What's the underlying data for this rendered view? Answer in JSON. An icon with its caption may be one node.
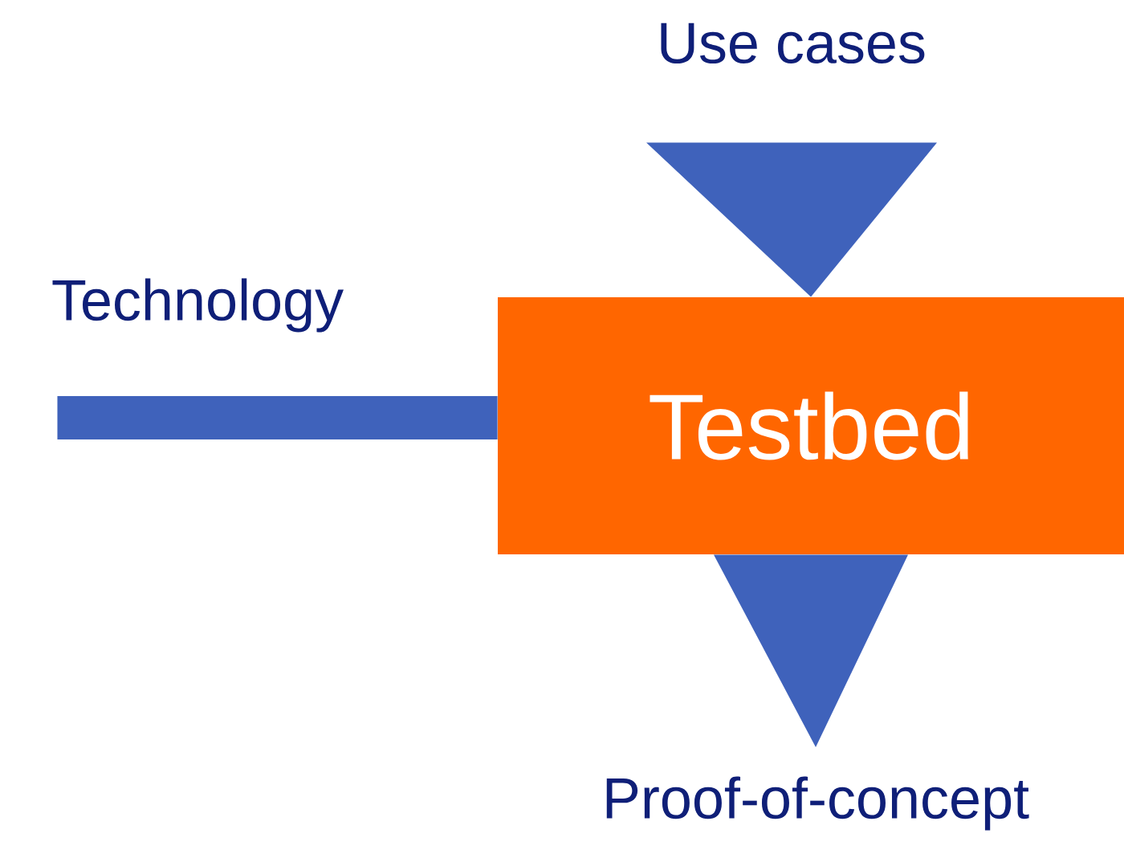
{
  "diagram": {
    "nodes": [
      {
        "text": [
          "Technology"
        ]
      },
      {
        "text": [
          "Use cases"
        ]
      },
      {
        "text": [
          "Testbed"
        ]
      },
      {
        "text": [
          "Proof-of-concept"
        ]
      }
    ],
    "edges": [
      {
        "from": 0,
        "to": 2,
        "arrow": "none",
        "style": "thick",
        "color": "#3f62bb"
      },
      {
        "from": 1,
        "to": 2,
        "arrow": "to",
        "style": "thick",
        "color": "#3f62bb"
      },
      {
        "from": 2,
        "to": 3,
        "arrow": "to",
        "style": "thick",
        "color": "#3f62bb"
      }
    ]
  }
}
